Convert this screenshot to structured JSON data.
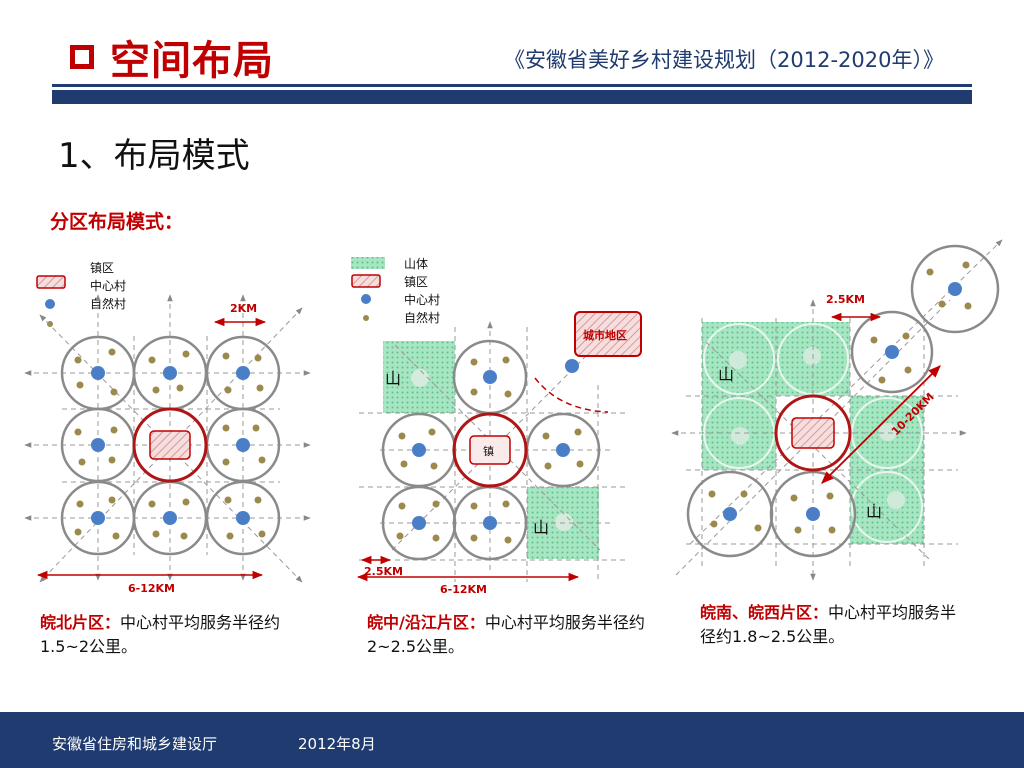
{
  "header": {
    "title": "空间布局",
    "subtitle": "《安徽省美好乡村建设规划（2012-2020年）》"
  },
  "section_title": "1、布局模式",
  "subsection_title": "分区布局模式：",
  "legends": {
    "left": [
      "镇区",
      "中心村",
      "自然村"
    ],
    "middle": [
      "山体",
      "镇区",
      "中心村",
      "自然村"
    ]
  },
  "diagrams": {
    "north": {
      "dim_top": "2KM",
      "dim_bottom": "6-12KM"
    },
    "central": {
      "town_label": "镇",
      "city_label": "城市地区",
      "mountain_label": "山",
      "dim_left": "2.5KM",
      "dim_bottom": "6-12KM"
    },
    "south": {
      "dim_top": "2.5KM",
      "dim_diag": "10-20KM",
      "mountain_label": "山"
    }
  },
  "captions": {
    "north": {
      "highlight": "皖北片区：",
      "text": "中心村平均服务半径约1.5~2公里。"
    },
    "central": {
      "highlight": "皖中/沿江片区：",
      "text": "中心村平均服务半径约2~2.5公里。"
    },
    "south": {
      "highlight": "皖南、皖西片区：",
      "text": "中心村平均服务半径约1.8~2.5公里。"
    }
  },
  "footer": {
    "org": "安徽省住房和城乡建设厅",
    "date": "2012年8月"
  },
  "colors": {
    "accent": "#c00000",
    "navy": "#1f3b6f",
    "village_blue": "#4a7fc8",
    "natural_olive": "#9b8a4c",
    "mountain_green": "#8fdcb0"
  }
}
